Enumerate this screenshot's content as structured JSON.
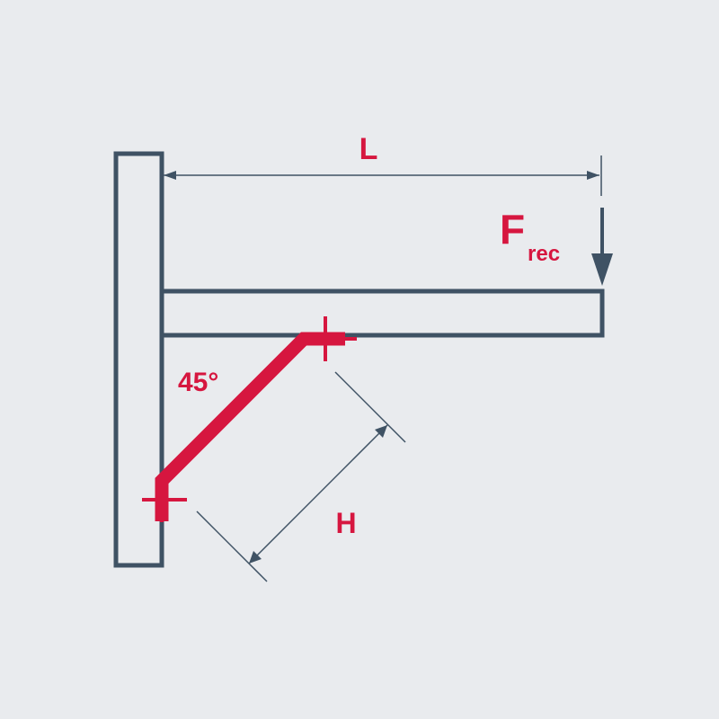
{
  "colors": {
    "background": "#e9ebee",
    "structure": "#3f5264",
    "accent": "#d6163f"
  },
  "labels": {
    "length": "L",
    "force": "F",
    "force_subscript": "rec",
    "angle": "45°",
    "height": "H"
  }
}
